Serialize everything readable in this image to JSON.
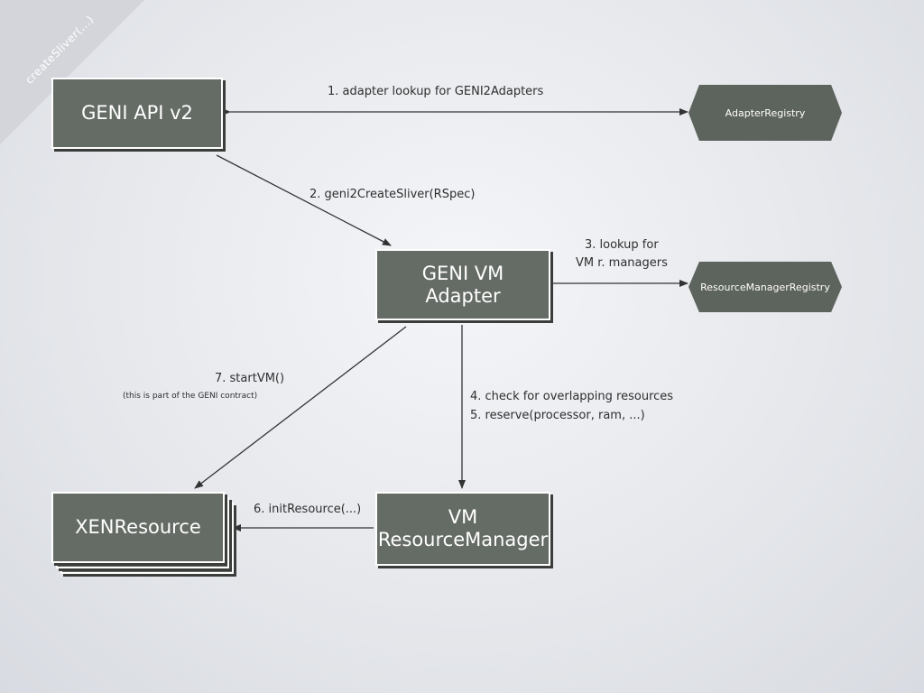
{
  "slide": {
    "corner_label": "createSliver(...)"
  },
  "nodes": {
    "geni_api": "GENI API v2",
    "adapter": "GENI VM\nAdapter",
    "xen_resource": "XENResource",
    "vm_manager": "VM\nResourceManager",
    "adapter_registry": "AdapterRegistry",
    "resource_manager_registry": "ResourceManagerRegistry"
  },
  "edges": {
    "step1": "1. adapter lookup for GENI2Adapters",
    "step2": "2. geni2CreateSliver(RSpec)",
    "step3_line1": "3. lookup for",
    "step3_line2": "VM r. managers",
    "step4": "4. check for overlapping resources",
    "step5": "5. reserve(processor, ram, ...)",
    "step6": "6. initResource(...)",
    "step7": "7. startVM()",
    "step7_note": "(this is part of the GENI contract)"
  },
  "colors": {
    "box_fill": "#656b65",
    "registry_fill": "#5d635d",
    "arrow": "#333333"
  }
}
